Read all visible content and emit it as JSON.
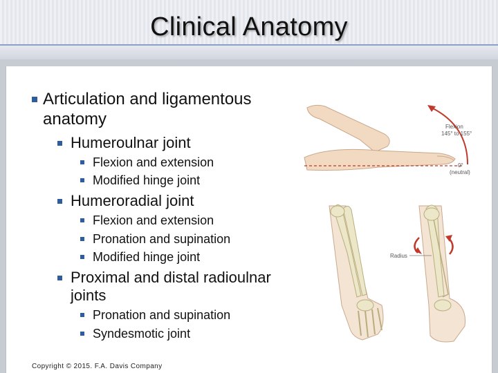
{
  "title": "Clinical Anatomy",
  "bullets": {
    "l1": "Articulation and ligamentous anatomy",
    "humeroulnar": {
      "label": "Humeroulnar joint",
      "items": [
        "Flexion and extension",
        "Modified hinge joint"
      ]
    },
    "humeroradial": {
      "label": "Humeroradial joint",
      "items": [
        "Flexion and extension",
        "Pronation and supination",
        "Modified hinge joint"
      ]
    },
    "radioulnar": {
      "label": "Proximal and distal radioulnar joints",
      "items": [
        "Pronation and supination",
        "Syndesmotic joint"
      ]
    }
  },
  "figure": {
    "flexion_label": "Flexion",
    "flexion_range": "145° to 155°",
    "zero_label": "0°",
    "neutral_label": "(neutral)",
    "radius_label": "Radius"
  },
  "copyright": "Copyright © 2015. F.A. Davis Company",
  "colors": {
    "accent": "#2f5c9a",
    "arrow": "#c0392b",
    "skin": "#f2d9c2",
    "bone": "#ece7c9"
  }
}
